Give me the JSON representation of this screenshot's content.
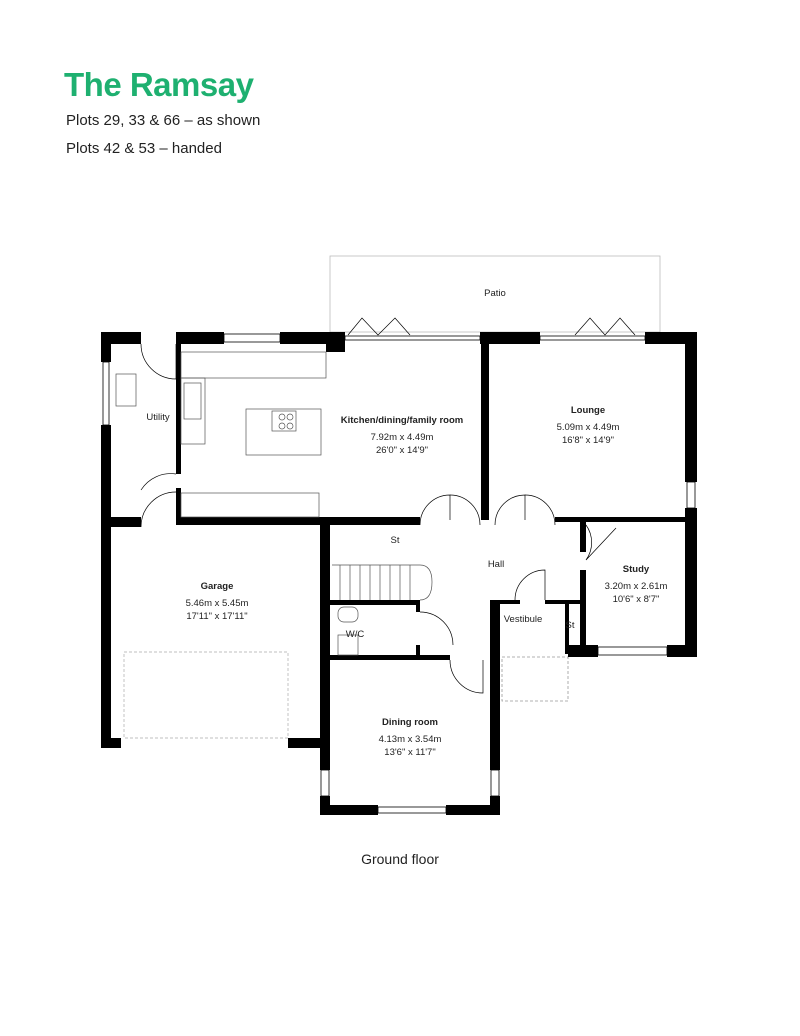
{
  "header": {
    "title": "The Ramsay",
    "plots_shown": "Plots 29, 33 & 66 – as shown",
    "plots_handed": "Plots 42 & 53 – handed",
    "title_color": "#1eb070"
  },
  "rooms": {
    "patio": "Patio",
    "utility": "Utility",
    "kitchen": {
      "name": "Kitchen/dining/family room",
      "metric": "7.92m x 4.49m",
      "imperial": "26'0\" x 14'9\""
    },
    "lounge": {
      "name": "Lounge",
      "metric": "5.09m x 4.49m",
      "imperial": "16'8\" x 14'9\""
    },
    "garage": {
      "name": "Garage",
      "metric": "5.46m x 5.45m",
      "imperial": "17'11\" x 17'11\""
    },
    "study": {
      "name": "Study",
      "metric": "3.20m x 2.61m",
      "imperial": "10'6\" x 8'7\""
    },
    "dining": {
      "name": "Dining room",
      "metric": "4.13m x 3.54m",
      "imperial": "13'6\" x 11'7\""
    },
    "hall": "Hall",
    "vestibule": "Vestibule",
    "wc": "W/C",
    "store1": "St",
    "store2": "St"
  },
  "caption": "Ground floor"
}
